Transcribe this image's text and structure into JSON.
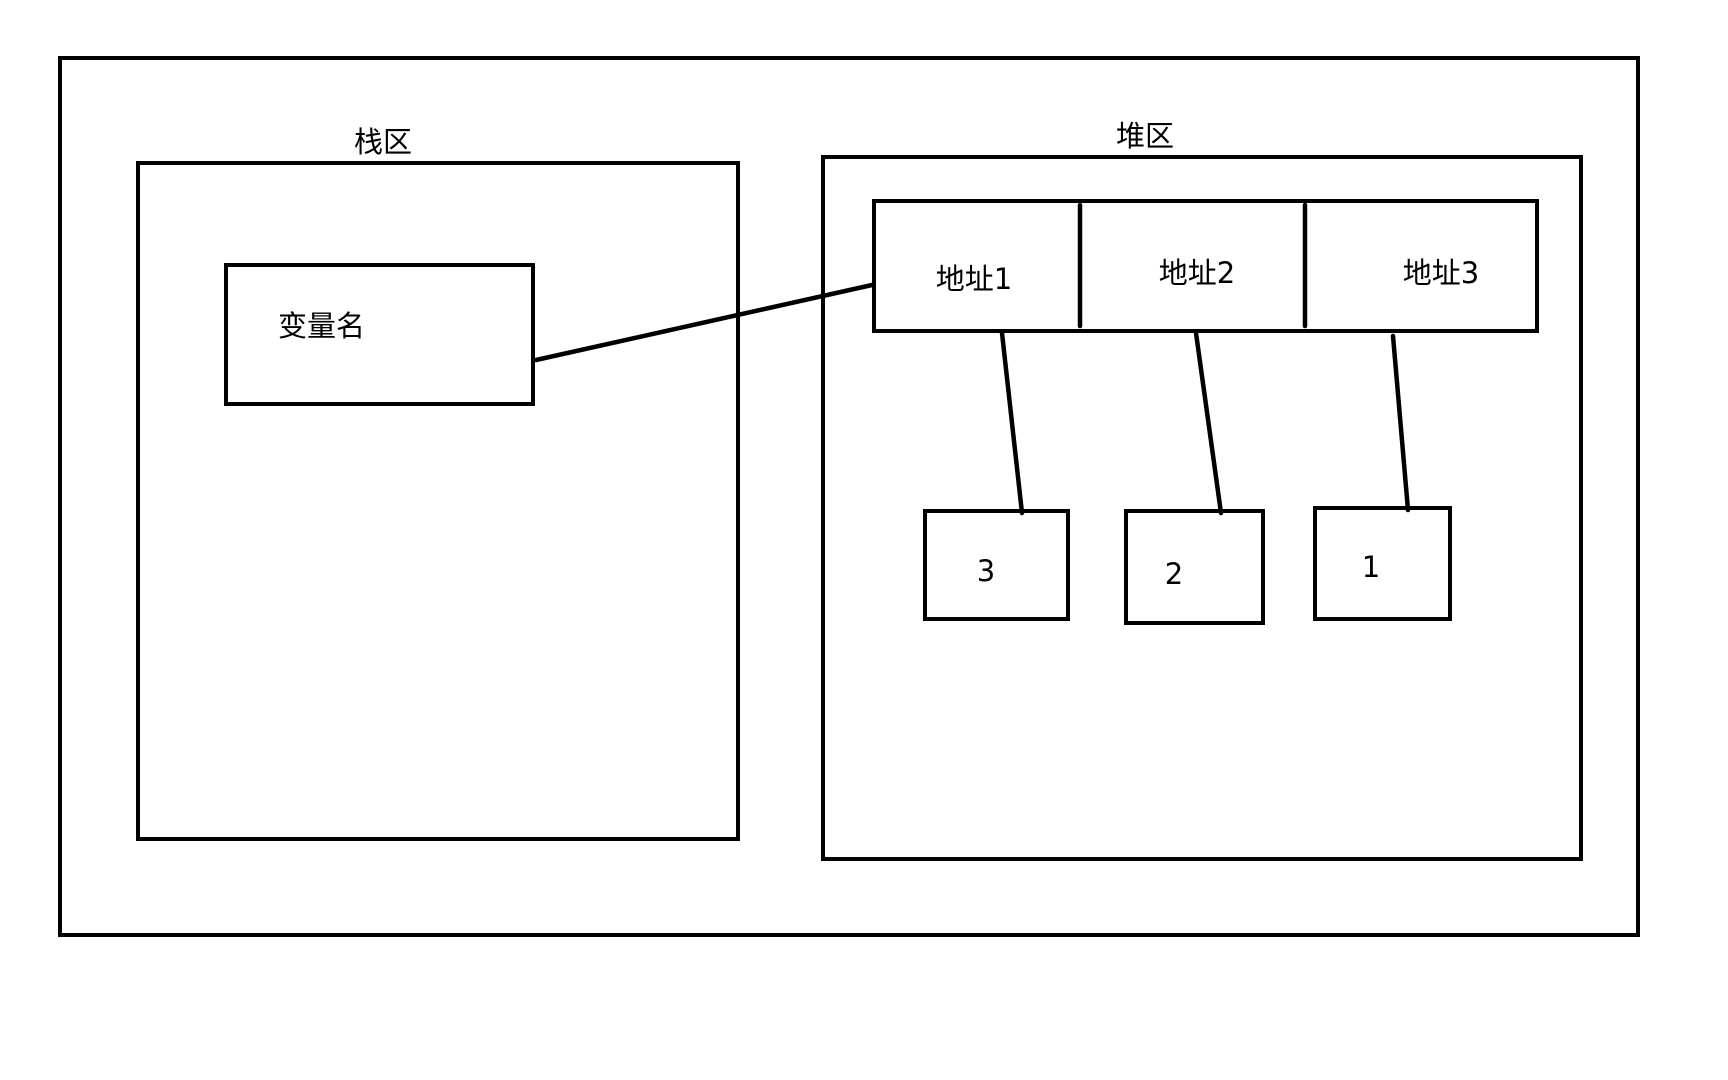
{
  "stack": {
    "title": "栈区",
    "variable_label": "变量名"
  },
  "heap": {
    "title": "堆区",
    "addresses": [
      "地址1",
      "地址2",
      "地址3"
    ],
    "values": [
      "3",
      "2",
      "1"
    ]
  },
  "colors": {
    "stroke": "#000000",
    "background": "#ffffff"
  }
}
